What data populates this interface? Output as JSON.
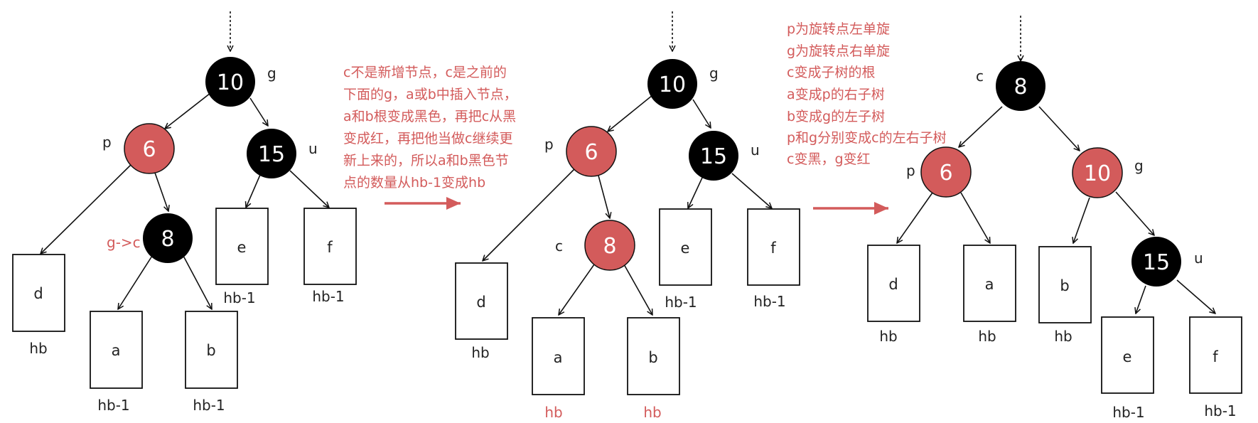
{
  "colors": {
    "black_node": "#000000",
    "red_node": "#d35b5b",
    "note_text": "#d35b5b",
    "edge": "#111111"
  },
  "diagram1": {
    "nodes": {
      "g": {
        "value": "10",
        "label": "g",
        "color": "black"
      },
      "p": {
        "value": "6",
        "label": "p",
        "color": "red"
      },
      "u": {
        "value": "15",
        "label": "u",
        "color": "black"
      },
      "c": {
        "value": "8",
        "label": "g->c",
        "color": "black"
      }
    },
    "leaves": {
      "d": {
        "name": "d",
        "height": "hb"
      },
      "a": {
        "name": "a",
        "height": "hb-1"
      },
      "b": {
        "name": "b",
        "height": "hb-1"
      },
      "e": {
        "name": "e",
        "height": "hb-1"
      },
      "f": {
        "name": "f",
        "height": "hb-1"
      }
    }
  },
  "note1": {
    "lines": [
      "c不是新增节点，c是之前的",
      "下面的g，a或b中插入节点，",
      "a和b根变成黑色，再把c从黑",
      "变成红，再把他当做c继续更",
      "新上来的，所以a和b黑色节",
      "点的数量从hb-1变成hb"
    ]
  },
  "diagram2": {
    "nodes": {
      "g": {
        "value": "10",
        "label": "g",
        "color": "black"
      },
      "p": {
        "value": "6",
        "label": "p",
        "color": "red"
      },
      "u": {
        "value": "15",
        "label": "u",
        "color": "black"
      },
      "c": {
        "value": "8",
        "label": "c",
        "color": "red"
      }
    },
    "leaves": {
      "d": {
        "name": "d",
        "height": "hb"
      },
      "a": {
        "name": "a",
        "height": "hb"
      },
      "b": {
        "name": "b",
        "height": "hb"
      },
      "e": {
        "name": "e",
        "height": "hb-1"
      },
      "f": {
        "name": "f",
        "height": "hb-1"
      }
    }
  },
  "note2": {
    "lines": [
      "p为旋转点左单旋",
      "g为旋转点右单旋",
      "c变成子树的根",
      "a变成p的右子树",
      "b变成g的左子树",
      "p和g分别变成c的左右子树",
      "c变黑，g变红"
    ]
  },
  "diagram3": {
    "nodes": {
      "c": {
        "value": "8",
        "label": "c",
        "color": "black"
      },
      "p": {
        "value": "6",
        "label": "p",
        "color": "red"
      },
      "g": {
        "value": "10",
        "label": "g",
        "color": "red"
      },
      "u": {
        "value": "15",
        "label": "u",
        "color": "black"
      }
    },
    "leaves": {
      "d": {
        "name": "d",
        "height": "hb"
      },
      "a": {
        "name": "a",
        "height": "hb"
      },
      "b": {
        "name": "b",
        "height": "hb"
      },
      "e": {
        "name": "e",
        "height": "hb-1"
      },
      "f": {
        "name": "f",
        "height": "hb-1"
      }
    }
  }
}
